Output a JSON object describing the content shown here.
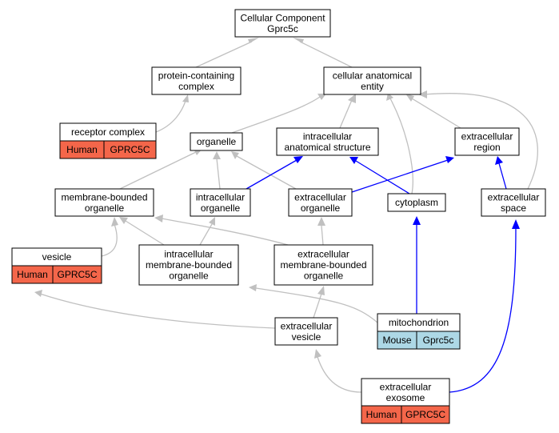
{
  "nodes": {
    "cellular_component": {
      "lines": [
        "Cellular Component",
        "Gprc5c"
      ]
    },
    "protein_containing_complex": {
      "lines": [
        "protein-containing",
        "complex"
      ]
    },
    "cellular_anatomical_entity": {
      "lines": [
        "cellular anatomical",
        "entity"
      ]
    },
    "receptor_complex": {
      "lines": [
        "receptor complex"
      ],
      "annotation": {
        "species": "Human",
        "gene": "GPRC5C"
      }
    },
    "organelle": {
      "lines": [
        "organelle"
      ]
    },
    "intracellular_anatomical_structure": {
      "lines": [
        "intracellular",
        "anatomical structure"
      ]
    },
    "extracellular_region": {
      "lines": [
        "extracellular",
        "region"
      ]
    },
    "membrane_bounded_organelle": {
      "lines": [
        "membrane-bounded",
        "organelle"
      ]
    },
    "intracellular_organelle": {
      "lines": [
        "intracellular",
        "organelle"
      ]
    },
    "extracellular_organelle": {
      "lines": [
        "extracellular",
        "organelle"
      ]
    },
    "cytoplasm": {
      "lines": [
        "cytoplasm"
      ]
    },
    "extracellular_space": {
      "lines": [
        "extracellular",
        "space"
      ]
    },
    "vesicle": {
      "lines": [
        "vesicle"
      ],
      "annotation": {
        "species": "Human",
        "gene": "GPRC5C"
      }
    },
    "intracellular_membrane_bounded_organelle": {
      "lines": [
        "intracellular",
        "membrane-bounded",
        "organelle"
      ]
    },
    "extracellular_membrane_bounded_organelle": {
      "lines": [
        "extracellular",
        "membrane-bounded",
        "organelle"
      ]
    },
    "mitochondrion": {
      "lines": [
        "mitochondrion"
      ],
      "annotation": {
        "species": "Mouse",
        "gene": "Gprc5c"
      }
    },
    "extracellular_vesicle": {
      "lines": [
        "extracellular",
        "vesicle"
      ]
    },
    "extracellular_exosome": {
      "lines": [
        "extracellular",
        "exosome"
      ],
      "annotation": {
        "species": "Human",
        "gene": "GPRC5C"
      }
    }
  },
  "colors": {
    "human": "#f4664a",
    "mouse": "#add8e6",
    "is_a_edge": "#c0c0c0",
    "part_of_edge": "#0000ff"
  }
}
